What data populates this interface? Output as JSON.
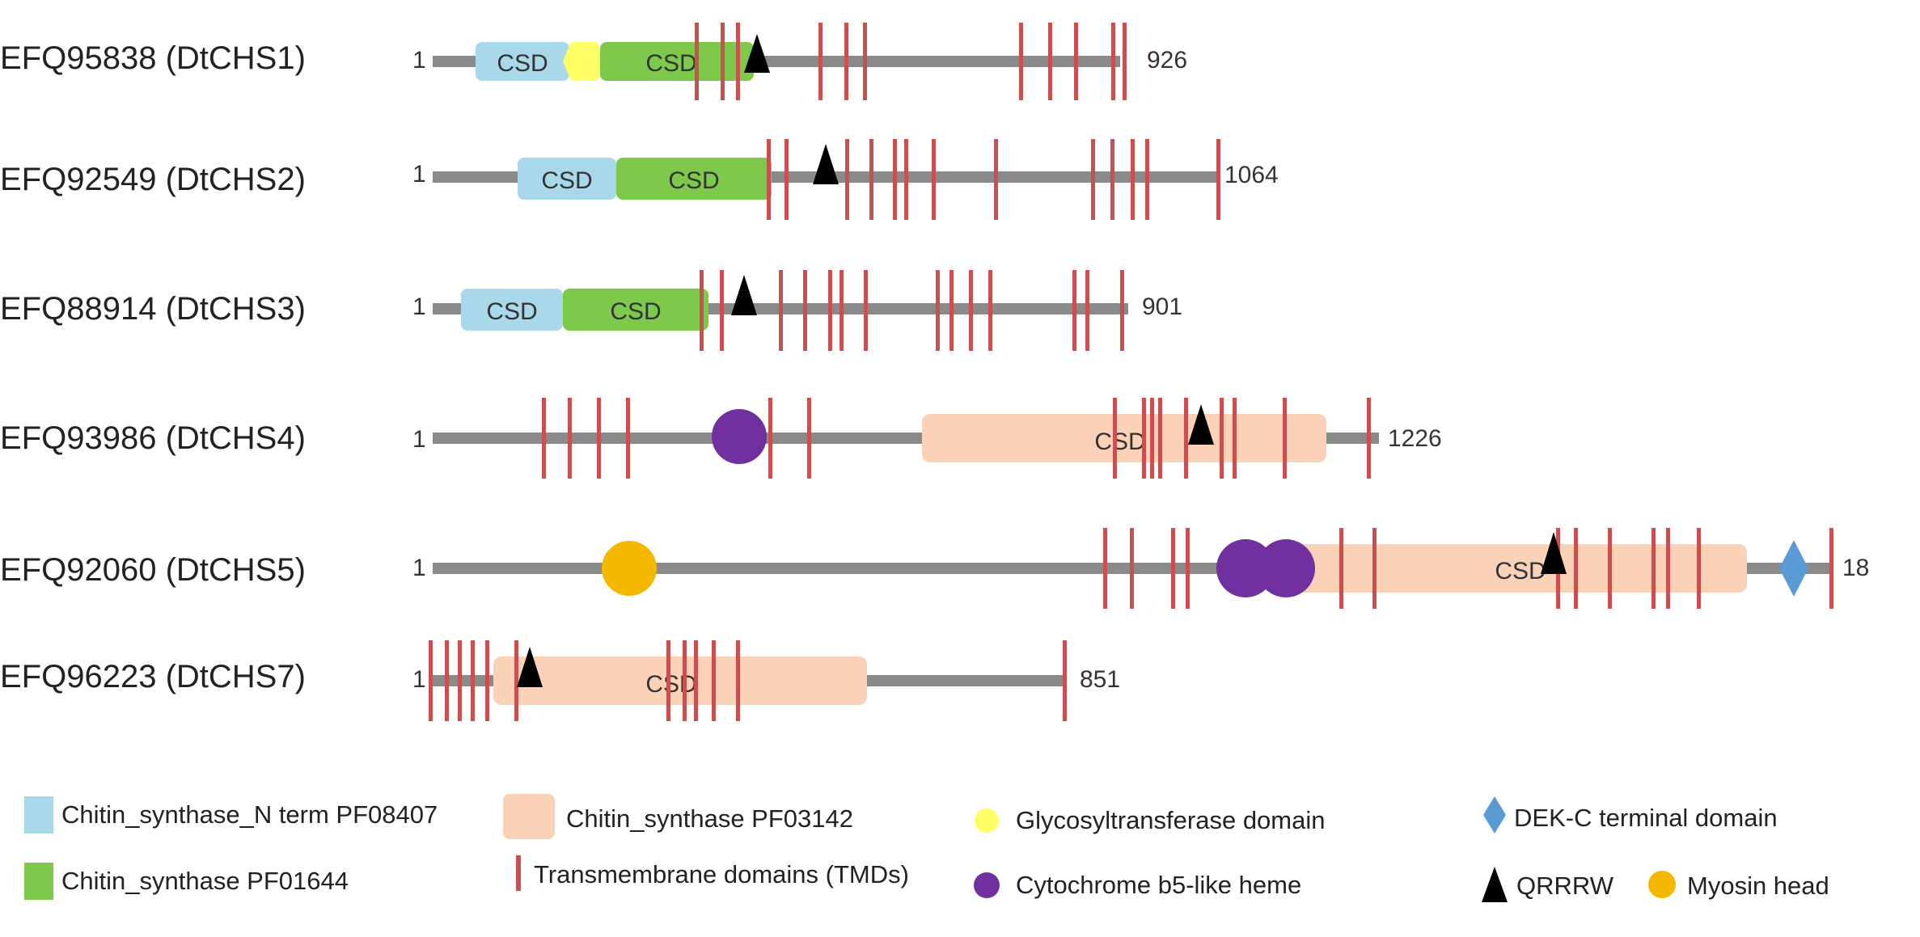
{
  "colors": {
    "backbone": "#8a8a8a",
    "chitin_synthase_n": "#a8d8ea",
    "chitin_synthase_pf01644": "#7dc94b",
    "chitin_synthase_pf03142": "#f9d2b8",
    "tmd": "#c9504f",
    "glycosyltransferase": "#ffff66",
    "cytochrome": "#7030a0",
    "myosin": "#f5b800",
    "dek": "#5b9bd5",
    "qrrrw": "#000000"
  },
  "proteins": [
    {
      "name": "EFQ95838 (DtCHS1)",
      "start": "1",
      "end": "926",
      "domains": [
        {
          "type": "chitin_synthase_n",
          "label": "CSD"
        },
        {
          "type": "glycosyltransferase",
          "label": ""
        },
        {
          "type": "chitin_synthase_pf01644",
          "label": "CSD"
        }
      ]
    },
    {
      "name": "EFQ92549 (DtCHS2)",
      "start": "1",
      "end": "1064",
      "domains": [
        {
          "type": "chitin_synthase_n",
          "label": "CSD"
        },
        {
          "type": "chitin_synthase_pf01644",
          "label": "CSD"
        }
      ]
    },
    {
      "name": "EFQ88914 (DtCHS3)",
      "start": "1",
      "end": "901",
      "domains": [
        {
          "type": "chitin_synthase_n",
          "label": "CSD"
        },
        {
          "type": "chitin_synthase_pf01644",
          "label": "CSD"
        }
      ]
    },
    {
      "name": "EFQ93986 (DtCHS4)",
      "start": "1",
      "end": "1226",
      "domains": [
        {
          "type": "chitin_synthase_pf03142",
          "label": "CSD"
        }
      ]
    },
    {
      "name": "EFQ92060 (DtCHS5)",
      "start": "1",
      "end": "18",
      "domains": [
        {
          "type": "chitin_synthase_pf03142",
          "label": "CSD"
        }
      ]
    },
    {
      "name": "EFQ96223 (DtCHS7)",
      "start": "1",
      "end": "851",
      "domains": [
        {
          "type": "chitin_synthase_pf03142",
          "label": "CSD"
        }
      ]
    }
  ],
  "legend": [
    {
      "key": "chitin_synthase_n",
      "label": "Chitin_synthase_N term PF08407"
    },
    {
      "key": "chitin_synthase_pf03142",
      "label": "Chitin_synthase PF03142"
    },
    {
      "key": "glycosyltransferase",
      "label": "Glycosyltransferase domain"
    },
    {
      "key": "dek",
      "label": "DEK-C terminal domain"
    },
    {
      "key": "chitin_synthase_pf01644",
      "label": "Chitin_synthase PF01644"
    },
    {
      "key": "tmd",
      "label": "Transmembrane domains (TMDs)"
    },
    {
      "key": "cytochrome",
      "label": "Cytochrome b5-like heme"
    },
    {
      "key": "qrrrw",
      "label": "QRRRW"
    },
    {
      "key": "myosin",
      "label": "Myosin head"
    }
  ]
}
